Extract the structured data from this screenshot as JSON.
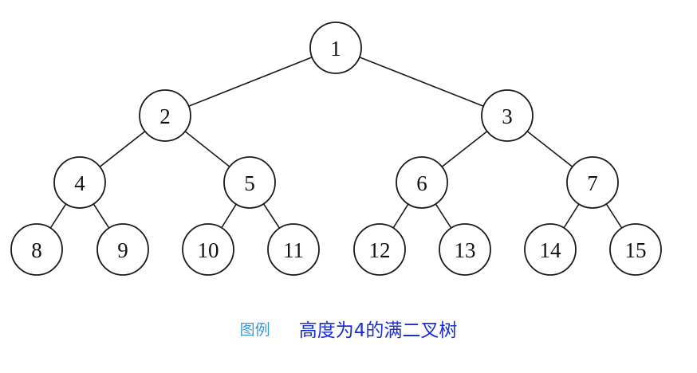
{
  "diagram": {
    "type": "full-binary-tree",
    "nodes": [
      {
        "id": 1,
        "label": "1"
      },
      {
        "id": 2,
        "label": "2"
      },
      {
        "id": 3,
        "label": "3"
      },
      {
        "id": 4,
        "label": "4"
      },
      {
        "id": 5,
        "label": "5"
      },
      {
        "id": 6,
        "label": "6"
      },
      {
        "id": 7,
        "label": "7"
      },
      {
        "id": 8,
        "label": "8"
      },
      {
        "id": 9,
        "label": "9"
      },
      {
        "id": 10,
        "label": "10"
      },
      {
        "id": 11,
        "label": "11"
      },
      {
        "id": 12,
        "label": "12"
      },
      {
        "id": 13,
        "label": "13"
      },
      {
        "id": 14,
        "label": "14"
      },
      {
        "id": 15,
        "label": "15"
      }
    ],
    "edges": [
      [
        1,
        2
      ],
      [
        1,
        3
      ],
      [
        2,
        4
      ],
      [
        2,
        5
      ],
      [
        3,
        6
      ],
      [
        3,
        7
      ],
      [
        4,
        8
      ],
      [
        4,
        9
      ],
      [
        5,
        10
      ],
      [
        5,
        11
      ],
      [
        6,
        12
      ],
      [
        6,
        13
      ],
      [
        7,
        14
      ],
      [
        7,
        15
      ]
    ]
  },
  "caption": {
    "tag": "图例",
    "title": "高度为4的满二叉树"
  },
  "colors": {
    "line": "#1a1a1a",
    "caption_tag": "#3a9ad9",
    "caption_title": "#1a2fd6"
  }
}
